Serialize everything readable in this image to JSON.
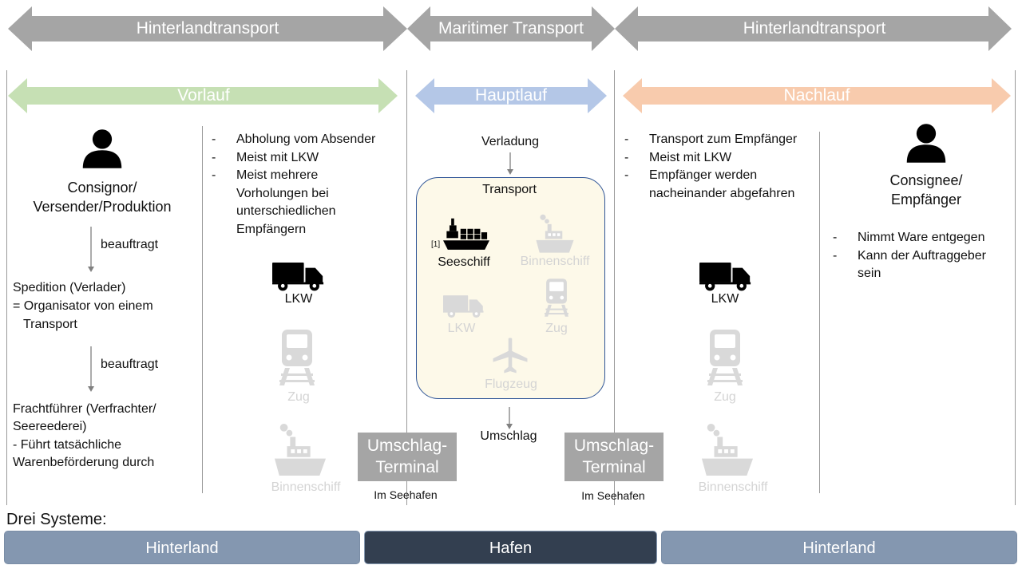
{
  "colors": {
    "gray_arrow": "#a5a5a5",
    "green_arrow": "#c6e0b4",
    "blue_arrow": "#b4c7e7",
    "orange_arrow": "#f8cbad",
    "transport_box_fill": "#fdf9e9",
    "transport_box_border": "#2f5597",
    "faded_icon": "#d9d9d9",
    "terminal": "#a5a5a5",
    "system_light": "#8497b0",
    "system_dark": "#333f50"
  },
  "top_arrows": {
    "left": "Hinterlandtransport",
    "middle": "Maritimer Transport",
    "right": "Hinterlandtransport"
  },
  "phase_arrows": {
    "vorlauf": "Vorlauf",
    "hauptlauf": "Hauptlauf",
    "nachlauf": "Nachlauf"
  },
  "consignor": {
    "line1": "Consignor/",
    "line2": "Versender/Produktion",
    "icon": "person-icon"
  },
  "chain": {
    "beauftragt_1": "beauftragt",
    "spedition": [
      "Spedition (Verlader)",
      "= Organisator von einem",
      "Transport"
    ],
    "beauftragt_2": "beauftragt",
    "frachtfuehrer": [
      "Frachtführer (Verfrachter/",
      "Seereederei)",
      "- Führt tatsächliche",
      "Warenbeförderung durch"
    ]
  },
  "vorlauf_bullets": [
    "Abholung vom Absender",
    "Meist mit LKW",
    "Meist mehrere Vorholungen bei unterschiedlichen Empfängern"
  ],
  "vorlauf_modes": {
    "lkw": "LKW",
    "zug": "Zug",
    "binnenschiff": "Binnenschiff"
  },
  "hauptlauf": {
    "verladung": "Verladung",
    "transport": "Transport",
    "seeschiff": "Seeschiff",
    "footnote": "[1]",
    "binnenschiff": "Binnenschiff",
    "lkw": "LKW",
    "zug": "Zug",
    "flugzeug": "Flugzeug",
    "umschlag": "Umschlag"
  },
  "terminals": {
    "left_line1": "Umschlag-",
    "left_line2": "Terminal",
    "left_caption": "Im Seehafen",
    "right_line1": "Umschlag-",
    "right_line2": "Terminal",
    "right_caption": "Im Seehafen"
  },
  "nachlauf_bullets": [
    "Transport zum Empfänger",
    "Meist mit LKW",
    "Empfänger werden nacheinander abgefahren"
  ],
  "nachlauf_modes": {
    "lkw": "LKW",
    "zug": "Zug",
    "binnenschiff": "Binnenschiff"
  },
  "consignee": {
    "line1": "Consignee/",
    "line2": "Empfänger",
    "icon": "person-icon",
    "bullets": [
      "Nimmt Ware entgegen",
      "Kann der Auftraggeber sein"
    ]
  },
  "systems": {
    "heading": "Drei Systeme:",
    "left": "Hinterland",
    "middle": "Hafen",
    "right": "Hinterland"
  }
}
